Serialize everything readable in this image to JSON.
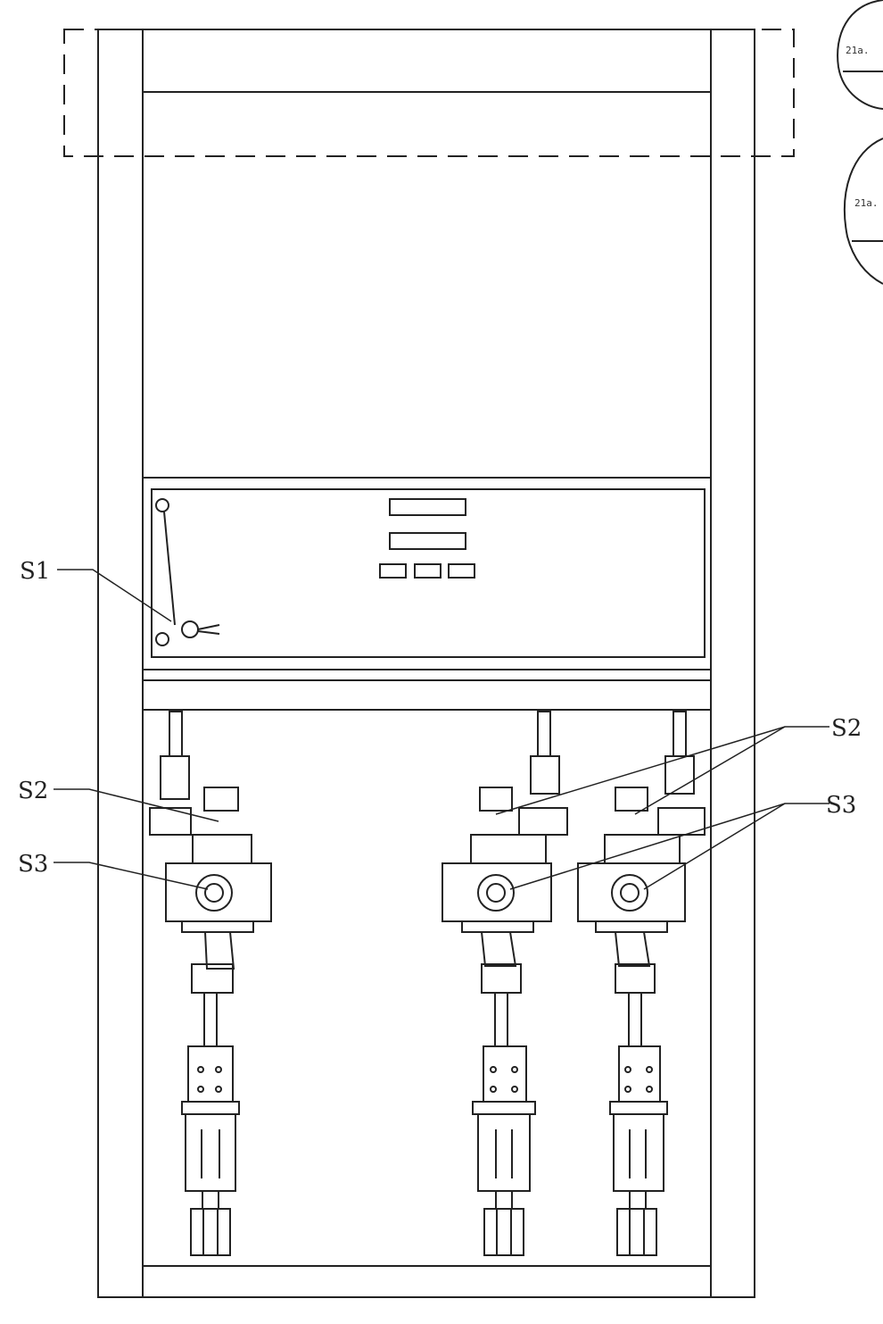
{
  "labels": {
    "s1": "S1",
    "s2_left": "S2",
    "s3_left": "S3",
    "s2_right": "S2",
    "s3_right": "S3"
  },
  "corner_text": {
    "top": "21a.",
    "bottom": "21a."
  },
  "colors": {
    "ink": "#222222",
    "paper": "#ffffff"
  }
}
